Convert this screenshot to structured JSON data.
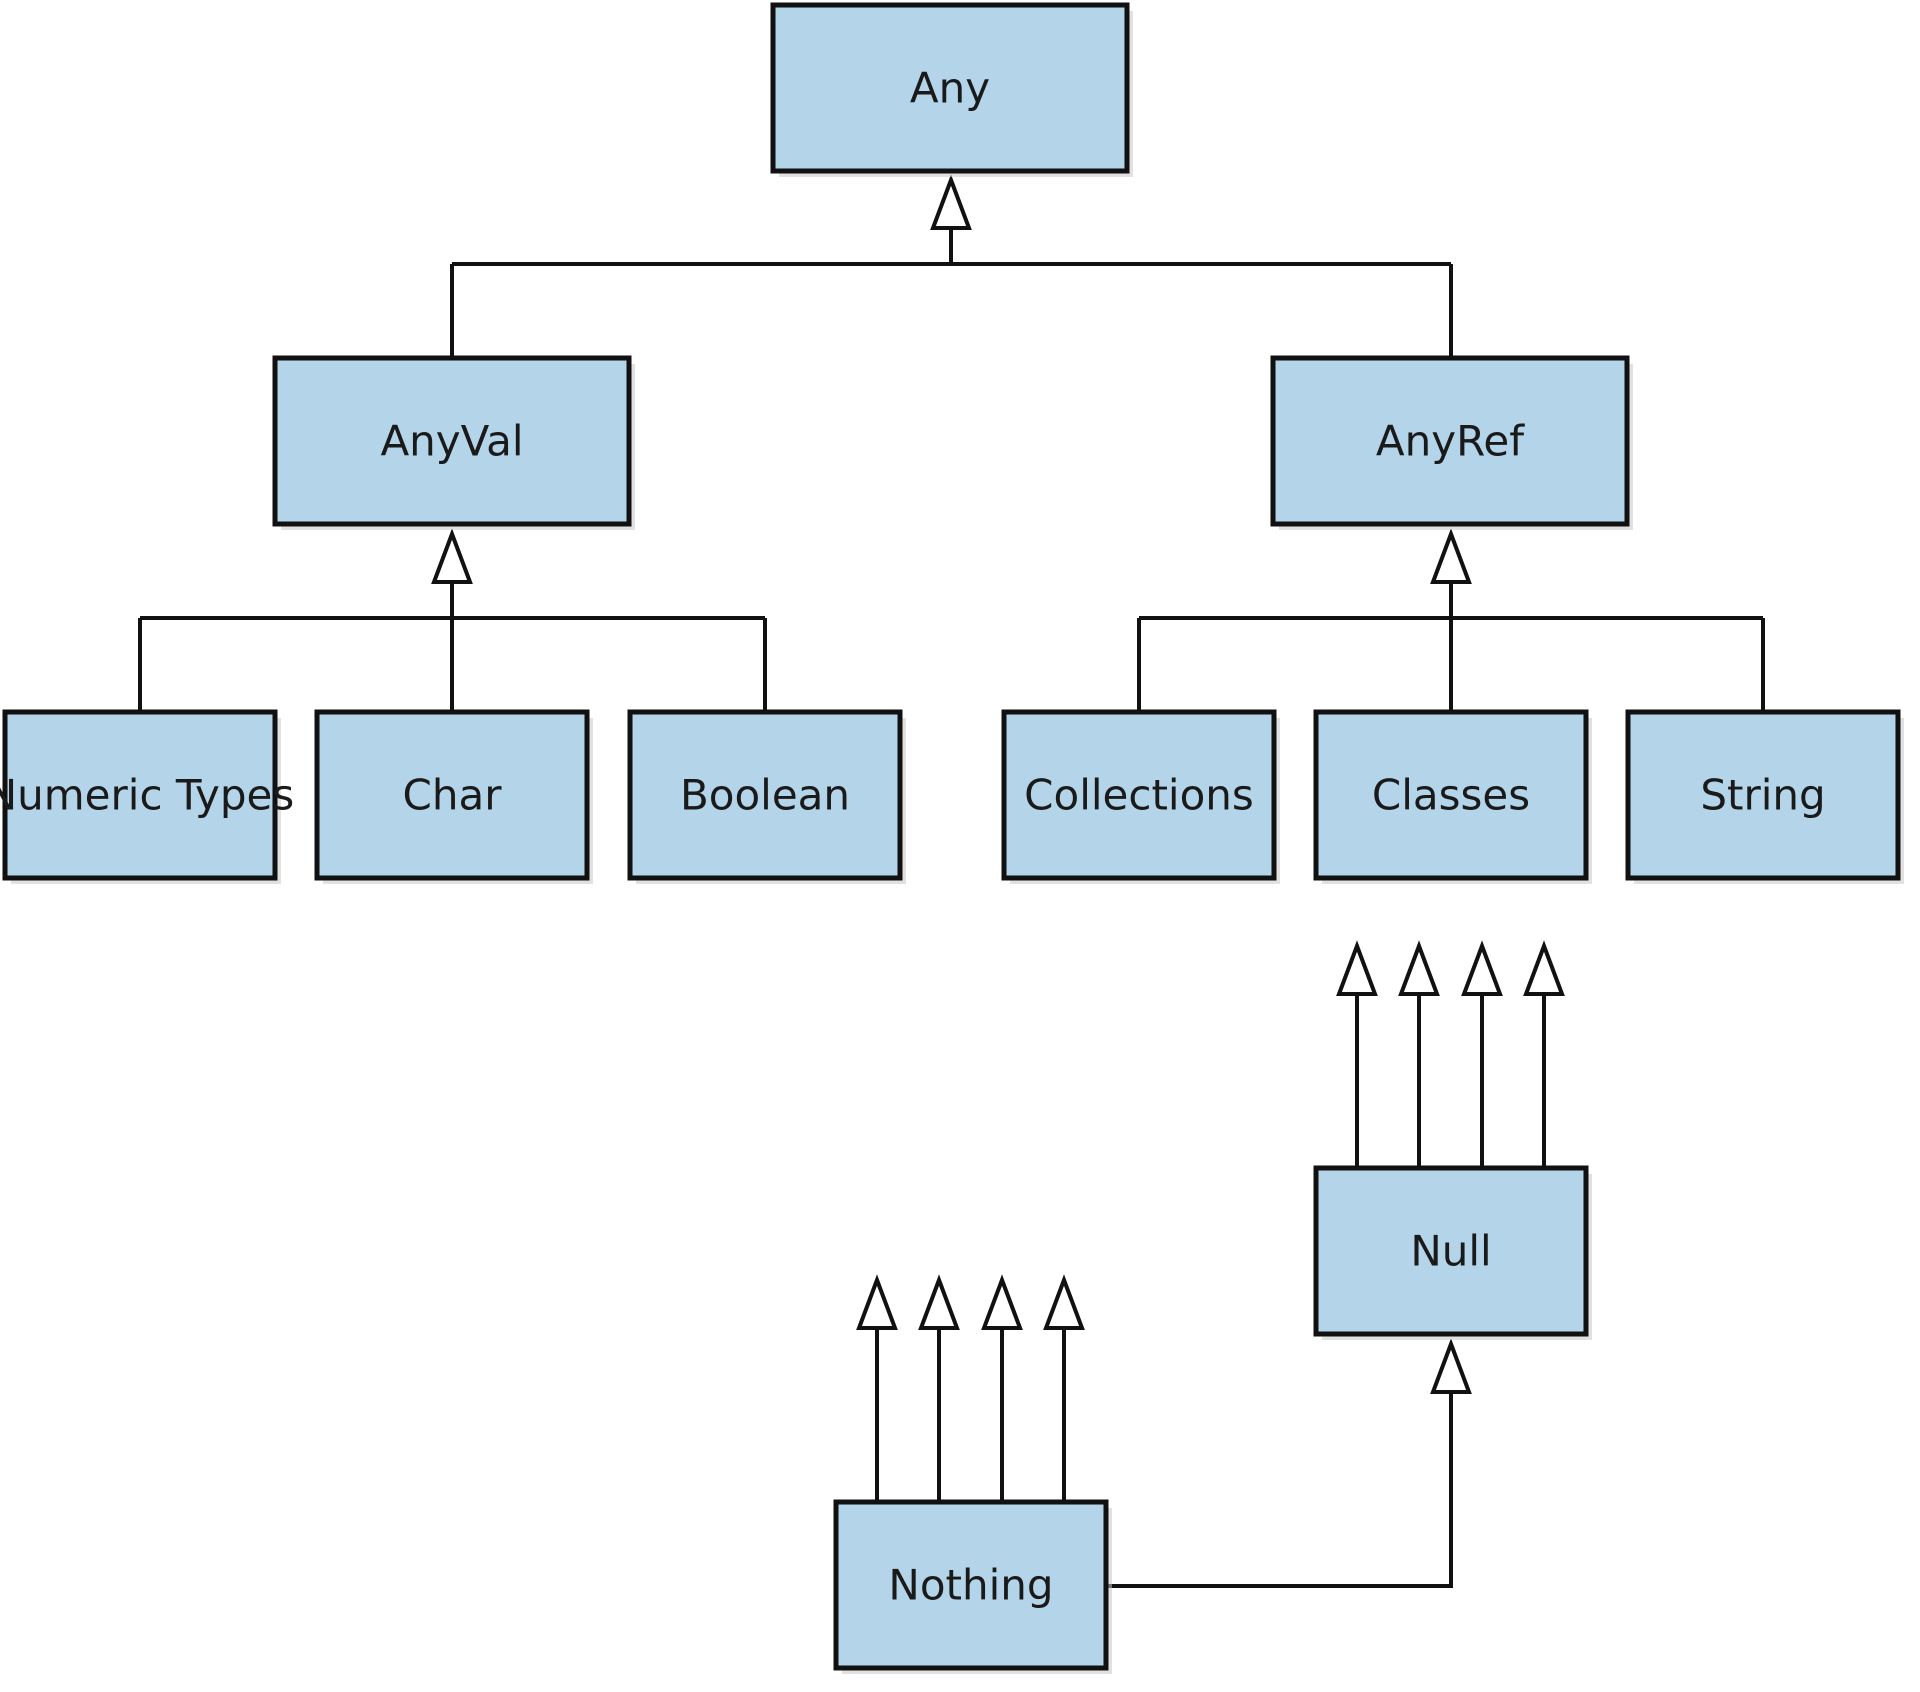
{
  "nodes": {
    "any": "Any",
    "anyval": "AnyVal",
    "anyref": "AnyRef",
    "numeric_types": "Numeric Types",
    "char": "Char",
    "boolean": "Boolean",
    "collections": "Collections",
    "classes": "Classes",
    "string": "String",
    "null": "Null",
    "nothing": "Nothing"
  },
  "relations": [
    {
      "child": "AnyVal",
      "parent": "Any"
    },
    {
      "child": "AnyRef",
      "parent": "Any"
    },
    {
      "child": "Numeric Types",
      "parent": "AnyVal"
    },
    {
      "child": "Char",
      "parent": "AnyVal"
    },
    {
      "child": "Boolean",
      "parent": "AnyVal"
    },
    {
      "child": "Collections",
      "parent": "AnyRef"
    },
    {
      "child": "Classes",
      "parent": "AnyRef"
    },
    {
      "child": "String",
      "parent": "AnyRef"
    },
    {
      "child": "Nothing",
      "parent": "Null"
    }
  ],
  "colors": {
    "box_fill": "#b3d4e9",
    "stroke": "#111111",
    "background": "#ffffff"
  }
}
